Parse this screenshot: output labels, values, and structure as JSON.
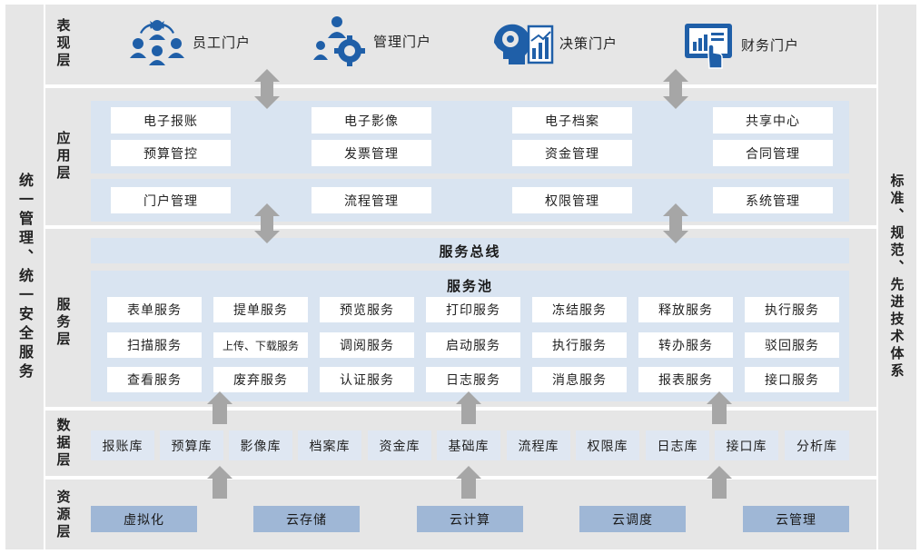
{
  "left_side": "统一管理、统一安全服务",
  "right_side": "标准、规范、先进技术体系",
  "layers": {
    "presentation": "表现层",
    "application": "应用层",
    "service": "服务层",
    "data": "数据层",
    "resource": "资源层"
  },
  "portals": [
    "员工门户",
    "管理门户",
    "决策门户",
    "财务门户"
  ],
  "app_row1": [
    "电子报账",
    "电子影像",
    "电子档案",
    "共享中心"
  ],
  "app_row2": [
    "预算管控",
    "发票管理",
    "资金管理",
    "合同管理"
  ],
  "app_row3": [
    "门户管理",
    "流程管理",
    "权限管理",
    "系统管理"
  ],
  "service_bus": "服务总线",
  "service_pool": "服务池",
  "pool_row1": [
    "表单服务",
    "提单服务",
    "预览服务",
    "打印服务",
    "冻结服务",
    "释放服务",
    "执行服务"
  ],
  "pool_row2": [
    "扫描服务",
    "上传、下载服务",
    "调阅服务",
    "启动服务",
    "执行服务",
    "转办服务",
    "驳回服务"
  ],
  "pool_row3": [
    "查看服务",
    "废弃服务",
    "认证服务",
    "日志服务",
    "消息服务",
    "报表服务",
    "接口服务"
  ],
  "data_libs": [
    "报账库",
    "预算库",
    "影像库",
    "档案库",
    "资金库",
    "基础库",
    "流程库",
    "权限库",
    "日志库",
    "接口库",
    "分析库"
  ],
  "resources": [
    "虚拟化",
    "云存储",
    "云计算",
    "云调度",
    "云管理"
  ],
  "colors": {
    "band": "#d9e4f1",
    "layer": "#e6e6e6",
    "resource": "#9fb7d6",
    "icon": "#1f5fa8",
    "arrow": "#a6a6a6"
  }
}
